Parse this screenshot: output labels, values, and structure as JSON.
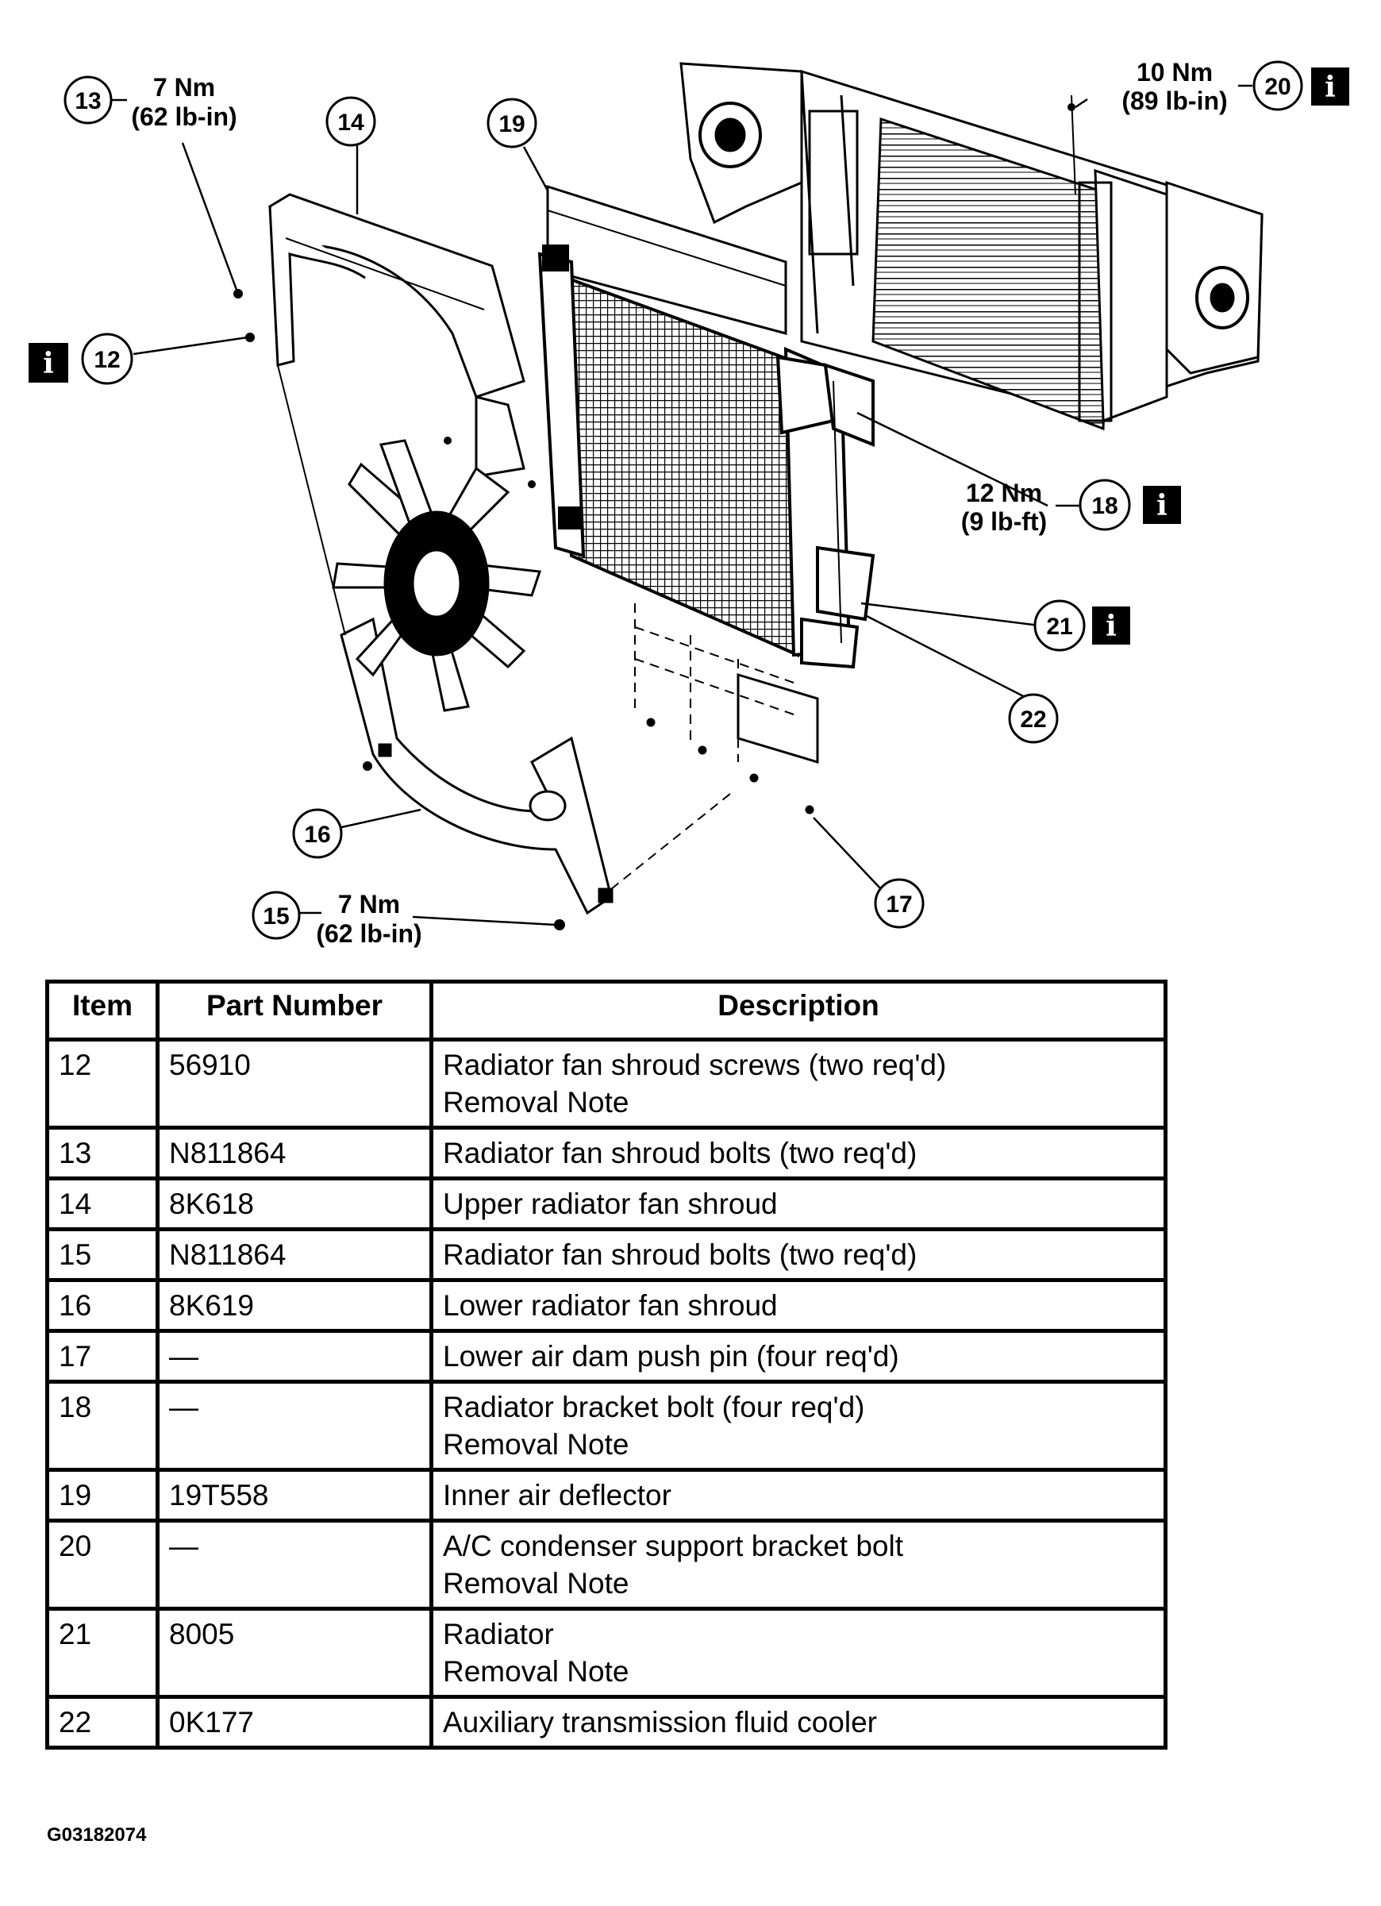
{
  "callouts": [
    {
      "id": "13",
      "label": "13",
      "torque_nm": "7 Nm",
      "torque_imp": "(62 lb-in)"
    },
    {
      "id": "14",
      "label": "14"
    },
    {
      "id": "19",
      "label": "19"
    },
    {
      "id": "20",
      "label": "20",
      "torque_nm": "10 Nm",
      "torque_imp": "(89 lb-in)",
      "info": "i"
    },
    {
      "id": "12",
      "label": "12",
      "info": "i"
    },
    {
      "id": "18",
      "label": "18",
      "torque_nm": "12 Nm",
      "torque_imp": "(9 lb-ft)",
      "info": "i"
    },
    {
      "id": "21",
      "label": "21",
      "info": "i"
    },
    {
      "id": "22",
      "label": "22"
    },
    {
      "id": "16",
      "label": "16"
    },
    {
      "id": "15",
      "label": "15",
      "torque_nm": "7 Nm",
      "torque_imp": "(62 lb-in)"
    },
    {
      "id": "17",
      "label": "17"
    }
  ],
  "table": {
    "headers": [
      "Item",
      "Part Number",
      "Description"
    ],
    "rows": [
      {
        "item": "12",
        "part": "56910",
        "desc": "Radiator fan shroud screws (two req'd)",
        "note": "Removal Note"
      },
      {
        "item": "13",
        "part": "N811864",
        "desc": "Radiator fan shroud bolts (two req'd)",
        "note": ""
      },
      {
        "item": "14",
        "part": "8K618",
        "desc": "Upper radiator fan shroud",
        "note": ""
      },
      {
        "item": "15",
        "part": "N811864",
        "desc": "Radiator fan shroud bolts (two req'd)",
        "note": ""
      },
      {
        "item": "16",
        "part": "8K619",
        "desc": "Lower radiator fan shroud",
        "note": ""
      },
      {
        "item": "17",
        "part": "—",
        "desc": "Lower air dam push pin (four req'd)",
        "note": ""
      },
      {
        "item": "18",
        "part": "—",
        "desc": "Radiator bracket bolt (four req'd)",
        "note": "Removal Note"
      },
      {
        "item": "19",
        "part": "19T558",
        "desc": "Inner air deflector",
        "note": ""
      },
      {
        "item": "20",
        "part": "—",
        "desc": "A/C condenser support bracket bolt",
        "note": "Removal Note"
      },
      {
        "item": "21",
        "part": "8005",
        "desc": "Radiator",
        "note": "Removal Note"
      },
      {
        "item": "22",
        "part": "0K177",
        "desc": "Auxiliary transmission fluid cooler",
        "note": ""
      }
    ]
  },
  "figure_code": "G03182074"
}
